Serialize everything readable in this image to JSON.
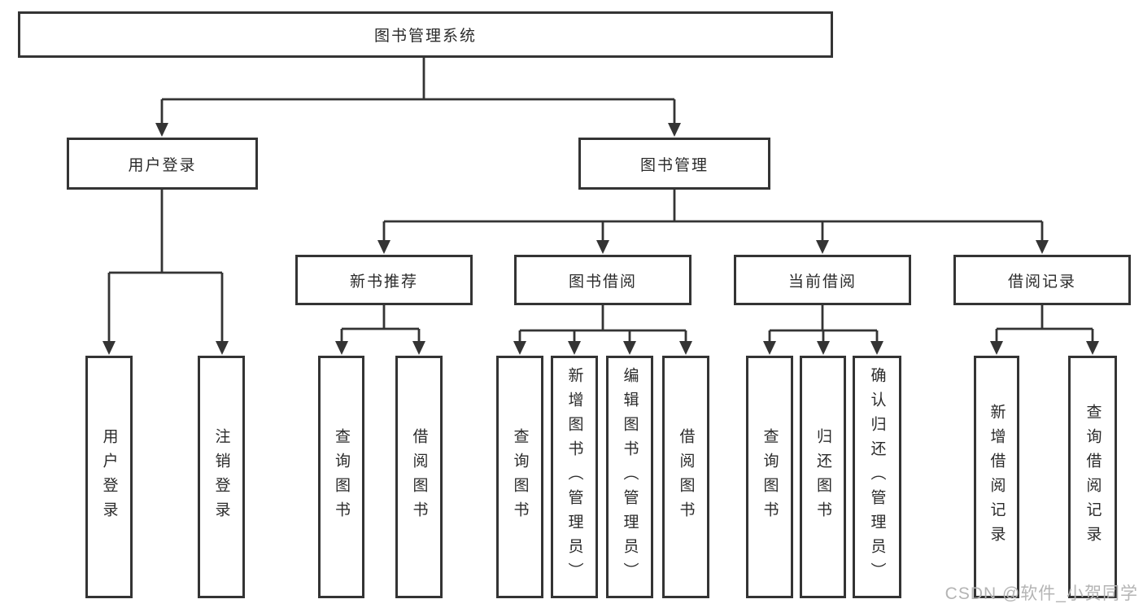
{
  "diagram_type": "hierarchy-tree",
  "colors": {
    "background": "#ffffff",
    "line": "#343434",
    "box_border": "#343434",
    "text": "#2b2b2b",
    "watermark": "#b4b4b4"
  },
  "tree": {
    "label": "图书管理系统",
    "children": [
      {
        "label": "用户登录",
        "children": [
          {
            "label": "用户登录"
          },
          {
            "label": "注销登录"
          }
        ]
      },
      {
        "label": "图书管理",
        "children": [
          {
            "label": "新书推荐",
            "children": [
              {
                "label": "查询图书"
              },
              {
                "label": "借阅图书"
              }
            ]
          },
          {
            "label": "图书借阅",
            "children": [
              {
                "label": "查询图书"
              },
              {
                "label": "新增图书（管理员）"
              },
              {
                "label": "编辑图书（管理员）"
              },
              {
                "label": "借阅图书"
              }
            ]
          },
          {
            "label": "当前借阅",
            "children": [
              {
                "label": "查询图书"
              },
              {
                "label": "归还图书"
              },
              {
                "label": "确认归还（管理员）"
              }
            ]
          },
          {
            "label": "借阅记录",
            "children": [
              {
                "label": "新增借阅记录"
              },
              {
                "label": "查询借阅记录"
              }
            ]
          }
        ]
      }
    ]
  },
  "watermark": {
    "text": "CSDN @软件_小贺同学"
  }
}
